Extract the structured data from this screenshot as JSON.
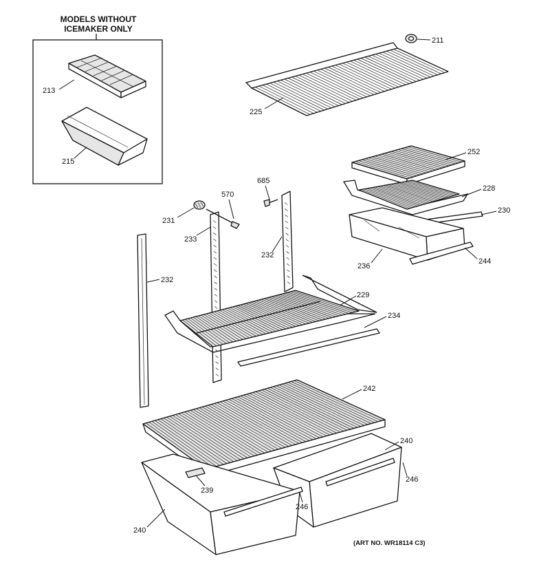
{
  "inset": {
    "title_line1": "MODELS WITHOUT",
    "title_line2": "ICEMAKER ONLY"
  },
  "callouts": {
    "p211": "211",
    "p213": "213",
    "p215": "215",
    "p225": "225",
    "p252": "252",
    "p228": "228",
    "p230": "230",
    "p236": "236",
    "p244": "244",
    "p685": "685",
    "p570": "570",
    "p231": "231",
    "p233": "233",
    "p232a": "232",
    "p232b": "232",
    "p229": "229",
    "p234": "234",
    "p242": "242",
    "p240a": "240",
    "p240b": "240",
    "p246a": "246",
    "p246b": "246",
    "p239": "239"
  },
  "art_number": "(ART NO. WR18114 C3)"
}
